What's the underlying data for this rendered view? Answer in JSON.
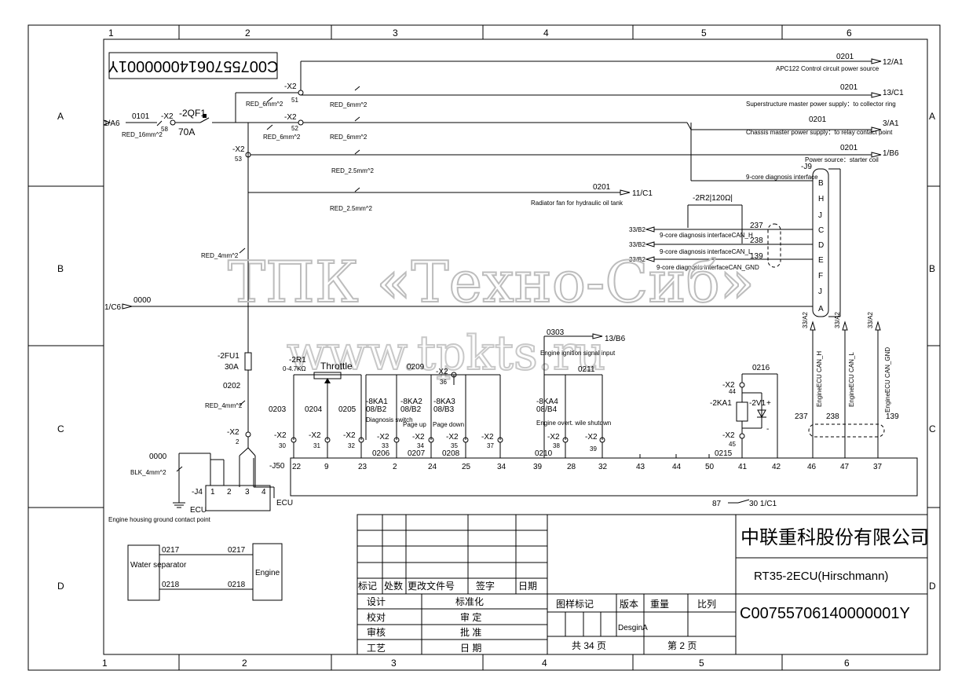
{
  "frame": {
    "cols": [
      "1",
      "2",
      "3",
      "4",
      "5",
      "6"
    ],
    "rows": [
      "A",
      "B",
      "C",
      "D"
    ]
  },
  "doc_code_mirrored": "C00755706140000001Y",
  "watermark": {
    "company": "ТПК «Техно-Сиб»",
    "site": "www.tpkts.ru"
  },
  "power_lines": [
    {
      "wire": "0201",
      "dest": "12/A1",
      "desc": "APC122 Control circuit power source"
    },
    {
      "wire": "0201",
      "dest": "13/C1",
      "desc": "Superstructure master power supply：to collector ring"
    },
    {
      "wire": "0201",
      "dest": "3/A1",
      "desc": "Chassis master power supply：to relay contact point"
    },
    {
      "wire": "0201",
      "dest": "1/B6",
      "desc": "Power source：starter coil"
    },
    {
      "wire": "0201",
      "dest": "11/C1",
      "desc": "Radiator fan for hydraulic oil tank"
    }
  ],
  "breaker": {
    "src": "1/A6",
    "wire": "0101",
    "term": "-X2",
    "pin": "58",
    "name": "-2QF1",
    "rating": "70A",
    "cable": "RED_16mm^2"
  },
  "terminals": {
    "x2_51": {
      "name": "-X2",
      "pin": "51"
    },
    "x2_52": {
      "name": "-X2",
      "pin": "52"
    },
    "x2_53": {
      "name": "-X2",
      "pin": "53"
    },
    "x2_2": {
      "name": "-X2",
      "pin": "2"
    }
  },
  "cables": {
    "c1": "RED_6mm^2",
    "c2": "RED_6mm^2",
    "c3": "RED_6mm^2",
    "c4": "RED_6mm^2",
    "c5": "RED_2.5mm^2",
    "c6": "RED_2.5mm^2",
    "c7": "RED_4mm^2",
    "c8": "RED_4mm^2",
    "c9": "BLK_4mm^2"
  },
  "ground": {
    "src": "1/C6",
    "wire": "0000"
  },
  "fuse": {
    "name": "-2FU1",
    "rating": "30A",
    "wire_out": "0202"
  },
  "diag": {
    "conn": "-J9",
    "label": "9-core diagnosis interface",
    "pins": [
      "B",
      "H",
      "J",
      "C",
      "D",
      "E",
      "F",
      "J",
      "A"
    ],
    "resistor": "-2R2|120Ω|",
    "can_lines": [
      {
        "ref": "33/B2",
        "wire": "237",
        "desc": "9-core diagnosis interfaceCAN_H"
      },
      {
        "ref": "33/B2",
        "wire": "238",
        "desc": "9-core diagnosis interfaceCAN_L"
      },
      {
        "ref": "33/B2",
        "wire": "139",
        "desc": "9-core diagnosis interfaceCAN_GND"
      }
    ]
  },
  "throttle": {
    "name": "-2R1",
    "range": "0-4.7KΩ",
    "label": "Throttle",
    "wires": [
      "0203",
      "0204",
      "0205"
    ]
  },
  "relays": [
    {
      "name": "-8KA1",
      "sub": "08/B2",
      "desc": "Diagnosis switch"
    },
    {
      "name": "-8KA2",
      "sub": "08/B2",
      "desc": "Page up"
    },
    {
      "name": "-8KA3",
      "sub": "08/B3",
      "desc": "Page down"
    },
    {
      "name": "-8KA4",
      "sub": "08/B4",
      "desc": "Engine overt. wile shutdwn"
    }
  ],
  "misc_wires": {
    "w0209": "0209",
    "w0303": "0303",
    "ign_ref": "13/B6",
    "ign_desc": "Engine ignition signal input",
    "w0211": "0211",
    "w0216": "0216",
    "w0206": "0206",
    "w0207": "0207",
    "w0208": "0208",
    "w0210": "0210",
    "w0215": "0215",
    "x2_36": "-X2",
    "p36": "36"
  },
  "ecu_terms": [
    {
      "name": "-X2",
      "pin": "30"
    },
    {
      "name": "-X2",
      "pin": "31"
    },
    {
      "name": "-X2",
      "pin": "32"
    },
    {
      "name": "-X2",
      "pin": "33"
    },
    {
      "name": "-X2",
      "pin": "34"
    },
    {
      "name": "-X2",
      "pin": "35"
    },
    {
      "name": "-X2",
      "pin": "37"
    },
    {
      "name": "-X2",
      "pin": "38"
    },
    {
      "name": "-X2",
      "pin": "39"
    }
  ],
  "kd": {
    "top_term": "-X2",
    "top_pin": "44",
    "relay": "-2KA1",
    "diode": "-2V1",
    "bot_term": "-X2",
    "bot_pin": "45",
    "plus": "+",
    "minus": "-"
  },
  "can_ecu": [
    {
      "ref": "33/A2",
      "desc": "EngineECU CAN_H",
      "wire": "237"
    },
    {
      "ref": "33/A2",
      "desc": "EngineECU CAN_L",
      "wire": "238"
    },
    {
      "ref": "33/A2",
      "desc": "EngineECU CAN_GND",
      "wire": "139"
    }
  ],
  "j50": {
    "name": "-J50",
    "pins": [
      "22",
      "9",
      "23",
      "2",
      "24",
      "25",
      "34",
      "39",
      "28",
      "32",
      "43",
      "44",
      "50",
      "41",
      "42",
      "46",
      "47",
      "37"
    ],
    "label": "ECU"
  },
  "j4": {
    "name": "-J4",
    "pins": [
      "1",
      "2",
      "3",
      "4"
    ],
    "label": "ECU",
    "ground_wire": "0000",
    "ground_desc": "Engine housing ground contact point"
  },
  "contact_87": "87",
  "contact_30": "30 1/C1",
  "water": {
    "box1": "Water separator",
    "box2": "Engine",
    "wires": [
      "0217",
      "0217",
      "0218",
      "0218"
    ]
  },
  "title_block": {
    "rev_headers": [
      "标记",
      "处数",
      "更改文件号",
      "签字",
      "日期"
    ],
    "sign_rows": [
      [
        "设计",
        "标准化"
      ],
      [
        "校对",
        "审 定"
      ],
      [
        "审核",
        "批 准"
      ],
      [
        "工艺",
        "日 期"
      ]
    ],
    "meta_headers": [
      "图样标记",
      "版本",
      "重量",
      "比列"
    ],
    "version": "DesginA",
    "total_pages": "共 34 页",
    "page": "第 2 页",
    "company": "中联重科股份有限公司",
    "model": "RT35-2ECU(Hirschmann)",
    "doc_code": "C00755706140000001Y"
  }
}
